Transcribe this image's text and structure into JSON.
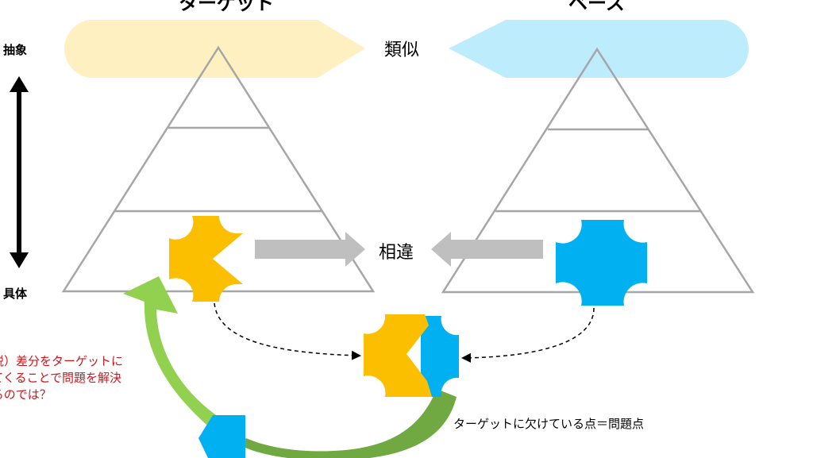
{
  "titles": {
    "left": "ターゲット",
    "right": "ベース"
  },
  "axis": {
    "top": "抽象",
    "bottom": "具体"
  },
  "labels": {
    "similar": "類似",
    "different": "相違"
  },
  "hypothesis": {
    "lines": [
      "（仮説）差分をターゲットに",
      "持ってくることで問題を解決",
      "できるのでは？"
    ]
  },
  "problem_note": "ターゲットに欠けている点＝問題点",
  "colors": {
    "target": "#fcbf00",
    "base": "#00b0f0",
    "target_band": "#fff0c2",
    "base_band": "#bdecfd",
    "green_light": "#92d050",
    "green_dark": "#70a841",
    "red": "#d0151b"
  }
}
